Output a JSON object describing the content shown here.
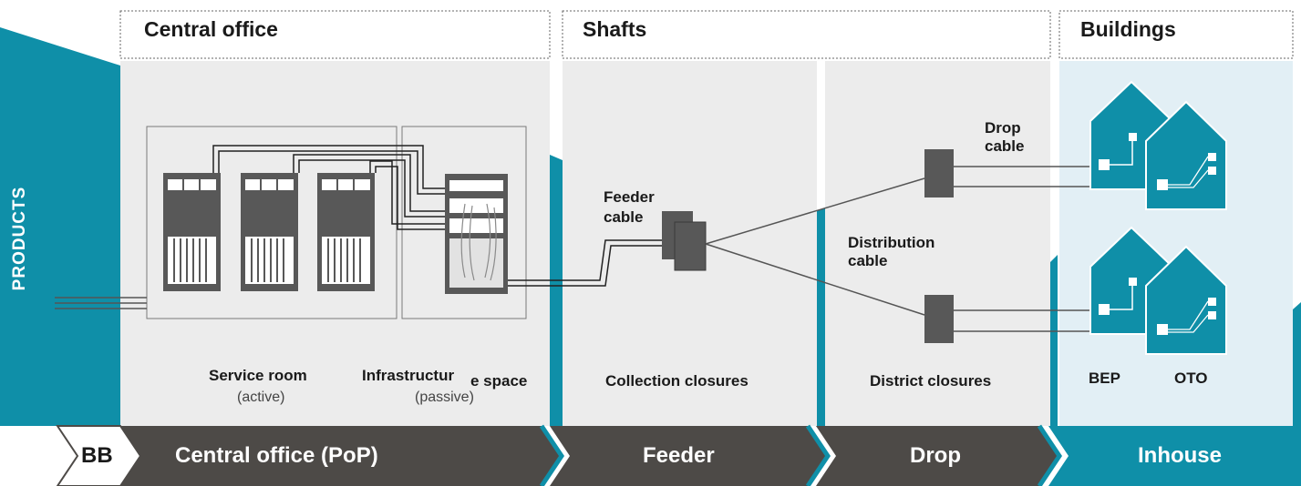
{
  "side_label": "PRODUCTS",
  "sections": {
    "central_office": "Central office",
    "shafts": "Shafts",
    "buildings": "Buildings"
  },
  "labels": {
    "feeder_cable": [
      "Feeder",
      "cable"
    ],
    "drop_cable": [
      "Drop",
      "cable"
    ],
    "distribution_cable": [
      "Distribution",
      "cable"
    ],
    "service_room": "Service room",
    "service_room_sub": "(active)",
    "infrastructure_space_a": "Infrastructur",
    "infrastructure_space_b": "e space",
    "infrastructure_space_sub": "(passive)",
    "collection_closures": "Collection closures",
    "district_closures": "District closures",
    "bep": "BEP",
    "oto": "OTO"
  },
  "bar": {
    "bb": "BB",
    "central_office_pop": "Central office (PoP)",
    "feeder": "Feeder",
    "drop": "Drop",
    "inhouse": "Inhouse"
  },
  "colors": {
    "teal": "#0f8fa8",
    "dark_gray": "#4d4a47",
    "panel_gray": "#ececec",
    "panel_blue": "#e2eff5",
    "closure": "#585858",
    "line": "#555555"
  }
}
